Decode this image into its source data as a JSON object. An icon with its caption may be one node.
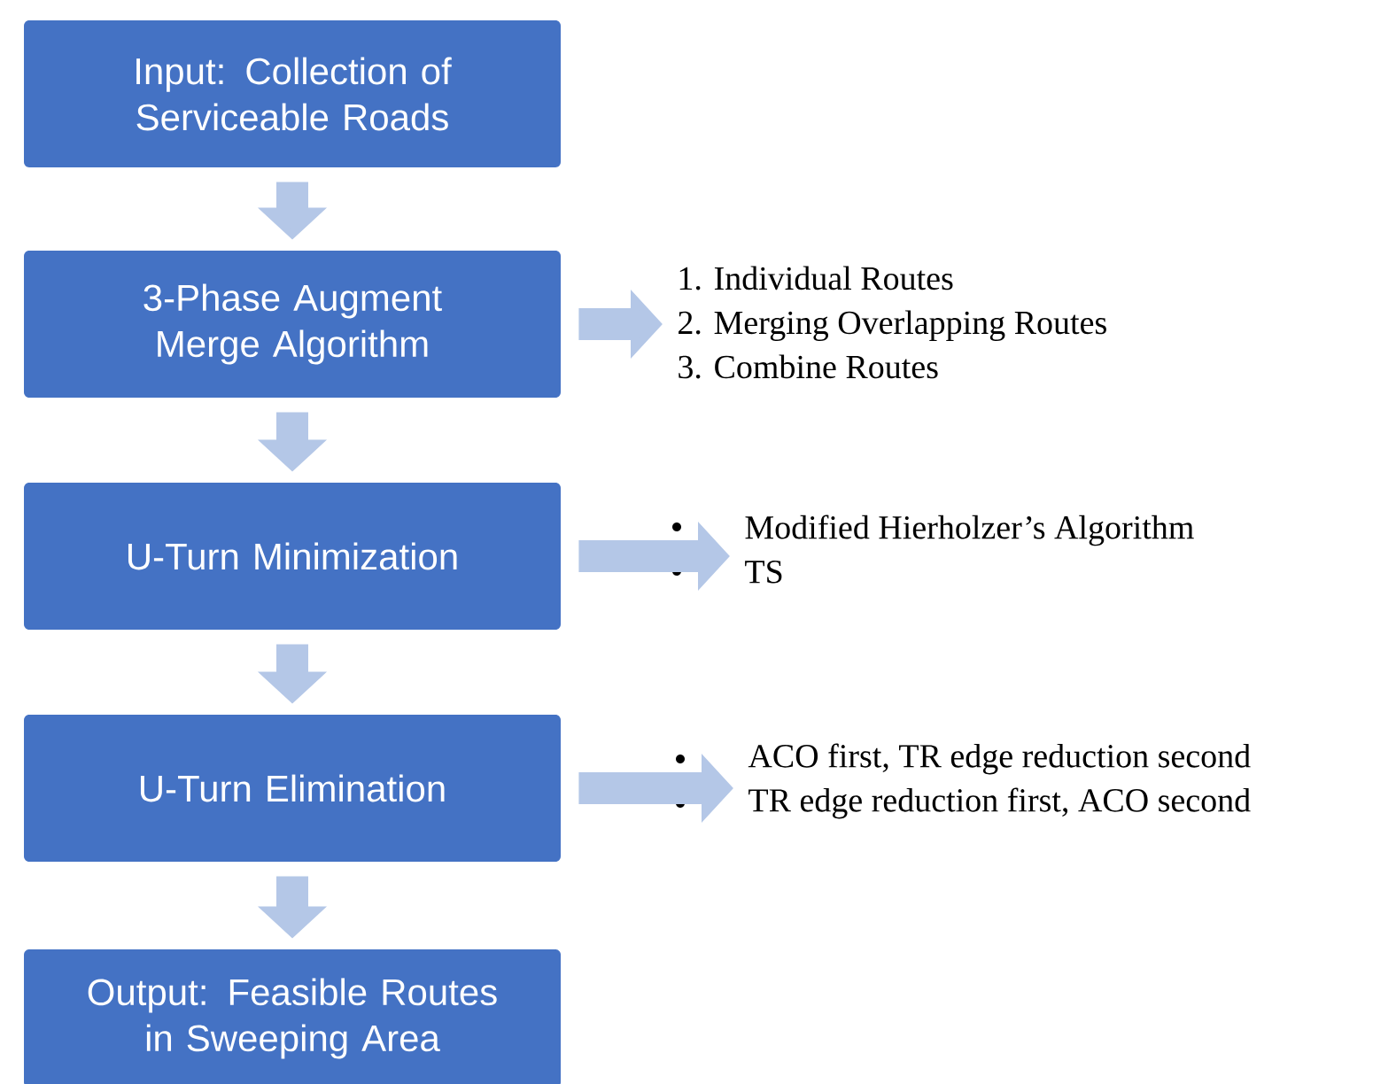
{
  "diagram": {
    "nodes": [
      {
        "text": [
          "Input: Collection of Serviceable Roads"
        ]
      },
      {
        "text": [
          "3-Phase Augment Merge Algorithm"
        ]
      },
      {
        "text": [
          "U-Turn Minimization"
        ]
      },
      {
        "text": [
          "U-Turn Elimination"
        ]
      },
      {
        "text": [
          "Output: Feasible Routes in Sweeping Area"
        ]
      },
      {
        "text": [
          "1. Individual Routes",
          "2. Merging Overlapping Routes",
          "3. Combine Routes"
        ]
      },
      {
        "text": [
          "Modified Hierholzer’s Algorithm",
          "TS"
        ]
      },
      {
        "text": [
          "ACO first, TR edge reduction second",
          "TR edge reduction first, ACO second"
        ]
      }
    ],
    "edges": [
      {
        "from": 0,
        "to": 1,
        "arrow": "to"
      },
      {
        "from": 1,
        "to": 2,
        "arrow": "to"
      },
      {
        "from": 2,
        "to": 3,
        "arrow": "to"
      },
      {
        "from": 3,
        "to": 4,
        "arrow": "to"
      },
      {
        "from": 1,
        "to": 5,
        "arrow": "to"
      },
      {
        "from": 2,
        "to": 6,
        "arrow": "to"
      },
      {
        "from": 3,
        "to": 7,
        "arrow": "to"
      }
    ]
  }
}
